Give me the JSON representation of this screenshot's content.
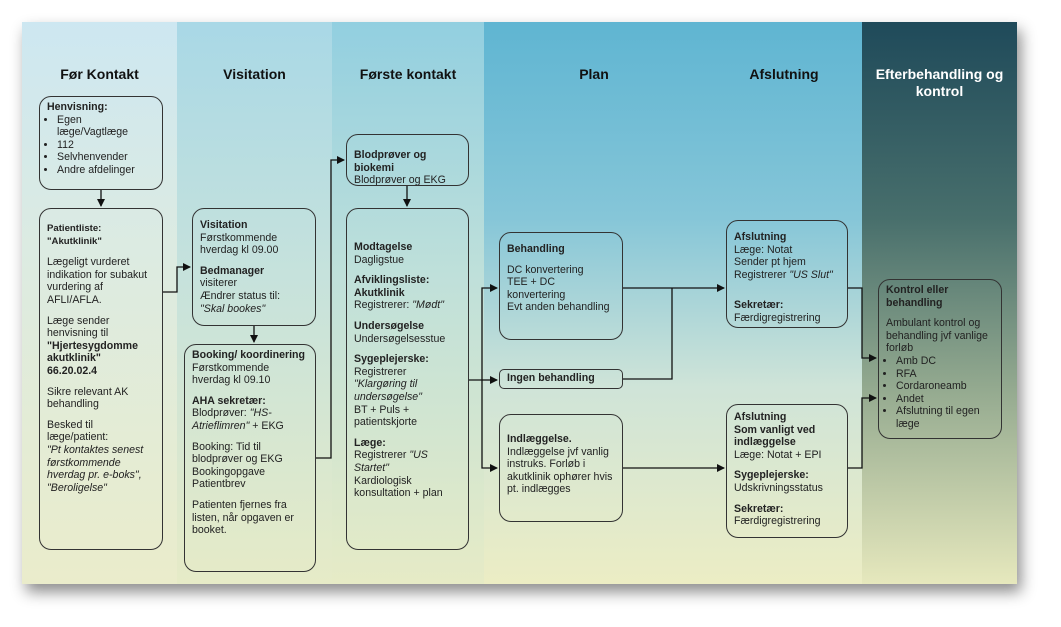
{
  "columns": {
    "c1": "Før Kontakt",
    "c2": "Visitation",
    "c3": "Første kontakt",
    "c4": "Plan",
    "c5": "Afslutning",
    "c6": "Efterbehandling og kontrol"
  },
  "henvisning": {
    "title": "Henvisning:",
    "items": [
      "Egen læge/Vagtlæge",
      "112",
      "Selvhenvender",
      "Andre afdelinger"
    ]
  },
  "patientliste": {
    "title1": "Patientliste:",
    "title2": "\"Akutklinik\"",
    "p1": "Lægeligt vurderet indikation for subakut vurdering af AFLI/AFLA.",
    "p2a": "Læge sender henvisning til",
    "p2b": "\"Hjertesygdomme akutklinik\"",
    "p2c": "66.20.02.4",
    "p3": "Sikre relevant AK behandling",
    "p4a": "Besked til læge/patient:",
    "p4b": "\"Pt kontaktes senest førstkommende hverdag pr. e-boks\",",
    "p4c": "\"Beroligelse\""
  },
  "visitation": {
    "title": "Visitation",
    "text": "Førstkommende hverdag kl 09.00",
    "title2": "Bedmanager",
    "text2a": "visiterer",
    "text2b": "Ændrer status til:",
    "text2c": "\"Skal bookes\""
  },
  "booking": {
    "title": "Booking/ koordinering",
    "text": "Førstkommende hverdag kl 09.10",
    "title2": "AHA sekretær:",
    "t2a": "Blodprøver:",
    "t2b": "\"HS-Atrieflimren\"",
    "t2c": "+ EKG",
    "t3": "Booking:  Tid til blodprøver og EKG Bookingopgave Patientbrev",
    "t4": "Patienten fjernes fra listen, når opgaven er booket."
  },
  "blodprover": {
    "title": "Blodprøver og biokemi",
    "text": "Blodprøver  og EKG"
  },
  "modtagelse": {
    "h1": "Modtagelse",
    "t1": "Dagligstue",
    "h2": "Afviklingsliste: Akutklinik",
    "t2a": "Registrerer:",
    "t2b": "\"Mødt\"",
    "h3": "Undersøgelse",
    "t3": "Undersøgelsesstue",
    "h4": "Sygeplejerske:",
    "t4a": "Registrerer",
    "t4b": "\"Klargøring til undersøgelse\"",
    "t4c": "BT + Puls + patientskjorte",
    "h5": "Læge:",
    "t5a": "Registrerer",
    "t5b": "\"US Startet\"",
    "t5c": "Kardiologisk konsultation + plan"
  },
  "behandling": {
    "title": "Behandling",
    "lines": [
      "DC konvertering",
      "TEE + DC konvertering",
      "Evt anden behandling"
    ]
  },
  "ingen": {
    "title": "Ingen behandling"
  },
  "indlaeggelse": {
    "title": "Indlæggelse.",
    "text": "Indlæggelse  jvf vanlig instruks. Forløb i akutklinik ophører hvis pt. indlægges"
  },
  "afslutning1": {
    "title": "Afslutning",
    "t1": "Læge:  Notat",
    "t2": "Sender pt hjem",
    "t3a": "Registrerer",
    "t3b": "\"US Slut\"",
    "h2": "Sekretær:",
    "t4": "Færdigregistrering"
  },
  "afslutning2": {
    "title": "Afslutning",
    "title2": "Som vanligt ved indlæggelse",
    "t1": "Læge:  Notat + EPI",
    "h2": "Sygeplejerske:",
    "t2": "Udskrivningsstatus",
    "h3": "Sekretær:",
    "t3": "Færdigregistrering"
  },
  "kontrol": {
    "title": "Kontrol eller behandling",
    "text": "Ambulant  kontrol og behandling  jvf vanlige forløb",
    "items": [
      "Amb DC",
      "RFA",
      "Cordaroneamb",
      "Andet",
      "Afslutning  til egen læge"
    ]
  }
}
